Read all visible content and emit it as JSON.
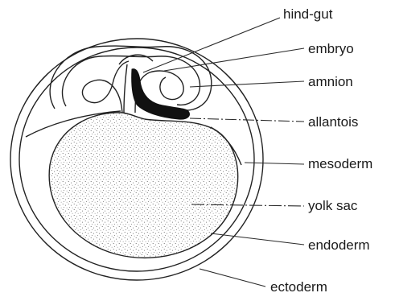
{
  "labels": {
    "hind_gut": "hind-gut",
    "embryo": "embryo",
    "amnion": "amnion",
    "allantois": "allantois",
    "mesoderm": "mesoderm",
    "yolk_sac": "yolk sac",
    "endoderm": "endoderm",
    "ectoderm": "ectoderm"
  },
  "colors": {
    "ink": "#222222",
    "allantois_fill": "#111111",
    "yolk_stipple": "#555555"
  }
}
